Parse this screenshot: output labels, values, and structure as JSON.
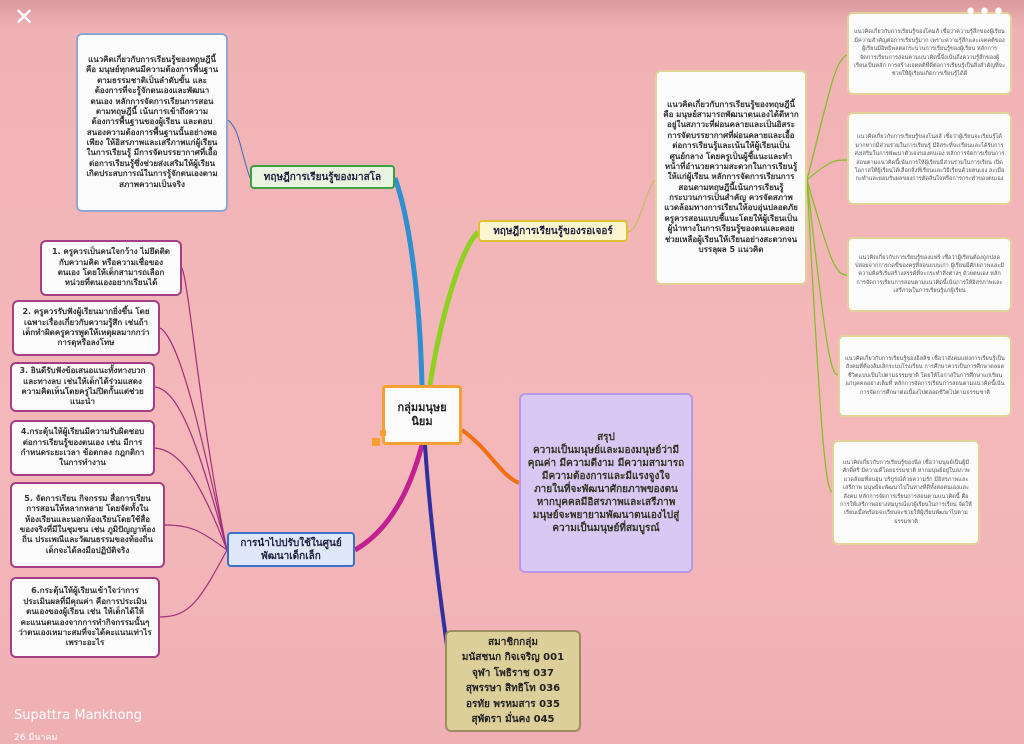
{
  "viewer": {
    "user_name": "Supattra Mankhong",
    "date": "26 มีนาคม",
    "close_icon": "close-icon",
    "more_icon": "more-icon"
  },
  "center": {
    "label": "กลุ่มมนุษยนิยม"
  },
  "maslow": {
    "topic": "ทฤษฎีการเรียนรู้ของมาสโล",
    "detail": "แนวคิดเกี่ยวกับการเรียนรู้ของทฤษฎีนี้ คือ มนุษย์ทุกคนมีความต้องการพื้นฐานตามธรรมชาติเป็นลำดับขั้น และต้องการที่จะรู้จักตนเองและพัฒนาตนเอง หลักการจัดการเรียนการสอนตามทฤษฎีนี้ เน้นการเข้าถึงความต้องการพื้นฐานของผู้เรียน และตอบสนองความต้องการพื้นฐานนั้นอย่างพอเพียง ให้อิสรภาพและเสรีภาพแก่ผู้เรียนในการเรียนรู้ มีการจัดบรรยากาศที่เอื้อต่อการเรียนรู้ซึ่งช่วยส่งเสริมให้ผู้เรียนเกิดประสบการณ์ในการรู้จักตนเองตามสภาพความเป็นจริง"
  },
  "rogers": {
    "topic": "ทฤษฎีการเรียนรู้ของรอเจอร์",
    "detail": "แนวคิดเกี่ยวกับการเรียนรู้ของทฤษฎีนี้ คือ มนุษย์สามารถพัฒนาตนเองได้ดีหากอยู่ในสภาวะที่ผ่อนคลายและเป็นอิสระ การจัดบรรยากาศที่ผ่อนคลายและเอื้อต่อการเรียนรู้และเน้นให้ผู้เรียนเป็นศูนย์กลาง โดยครูเป็นผู้ชี้แนะและทำหน้าที่อำนวยความสะดวกในการเรียนรู้ให้แก่ผู้เรียน หลักการจัดการเรียนการสอนตามทฤษฎีนี้เน้นการเรียนรู้กระบวนการเป็นสำคัญ ควรจัดสภาพแวดล้อมทางการเรียนให้อบอุ่นปลอดภัย ครูควรสอนแบบชี้แนะโดยให้ผู้เรียนเป็นผู้นำทางในการเรียนรู้ของตนและคอยช่วยเหลือผู้เรียนให้เรียนอย่างสะดวกจนบรรลุผล 5 แนวคิด"
  },
  "concepts": [
    "แนวคิดเกี่ยวกับการเรียนรู้ของโคมส์ เชื่อว่าความรู้สึกของผู้เรียนมีความสำคัญต่อการเรียนรู้มาก เพราะความรู้สึกและเจตคติของผู้เรียนมีอิทธิพลต่อกระบวนการเรียนรู้ของผู้เรียน หลักการจัดการเรียนการสอนตามแนวคิดนี้จึงเน้นถึงความรู้สึกของผู้เรียนเป็นหลัก การสร้างเจตคติที่ดีต่อการเรียนรู้เป็นสิ่งสำคัญที่จะช่วยให้ผู้เรียนเกิดการเรียนรู้ได้ดี",
    "แนวคิดเกี่ยวกับการเรียนรู้ของโนลส์ เชื่อว่าผู้เรียนจะเรียนรู้ได้มากหากมีส่วนร่วมในการเรียนรู้ มีอิสระที่จะเรียนและได้รับการส่งเสริมในการพัฒนาตัวเองของตนเอง หลักการจัดการเรียนการสอนตามแนวคิดนี้เน้นการให้ผู้เรียนมีส่วนร่วมในการเรียน เปิดโอกาสให้ผู้เรียนได้เลือกสิ่งที่เรียนและวิธีเรียนด้วยตนเอง ละเมือกะทำและยอมรับผลของการตัดสินใจหรือการกระทำของตนเอง",
    "แนวคิดเกี่ยวกับการเรียนรู้ของแฟร์ เชื่อว่าผู้เรียนต้องถูกปลดปล่อยจากการกดขี่ของครูที่สอนแบบเก่า ผู้เรียนมีศักยภาพและมีความคิดริเริ่มสร้างสรรค์ที่จะกระทำสิ่งต่างๆ ด้วยตนเอง หลักการจัดการเรียนการสอนตามแนวคิดนี้เน้นการให้อิสรภาพและเสรีภาพในการเรียนรู้แก่ผู้เรียน",
    "แนวคิดเกี่ยวกับการเรียนรู้ของอิลลิช เชื่อว่าสังคมแห่งการเรียนรู้เป็นสังคมที่ต้องล้มเลิกระบบโรงเรียน การศึกษาควรเป็นการศึกษาตลอดชีวิตแบบเป็นไปตามธรรมชาติ โดยให้โอกาสในการศึกษาแก่เรียนแก่บุคคลอย่างเต็มที่ หลักการจัดการเรียนการสอนตามแนวคิดนี้เน้นการจัดการศึกษาต่อเนื่องไปตลอดชีวิตไปตามธรรมชาติ",
    "แนวคิดเกี่ยวกับการเรียนรู้ของนีล เชื่อว่ามนุษย์เป็นผู้มีศักดิ์ศรี มีความดีโดยธรรมชาติ หากมนุษย์อยู่ในสภาพแวดล้อมที่อบอุ่น บริบูรณ์ด้วยความรัก มีอิสรภาพและเสรีภาพ มนุษย์จะพัฒนาไปในทางที่ดีทั้งต่อตนเองและสังคม หลักการจัดการเรียนการสอนตามแนวคิดนี้ คือ การให้เสรีภาพอย่างสมบูรณ์แก่ผู้เรียนในการเรียน จัดให้เรียนเมื่อพร้อมจะเรียนจะช่วยให้ผู้เรียนพัฒนาไปตามธรรมชาติ"
  ],
  "application": {
    "topic": "การนำไปปรับใช้ในศูนย์พัฒนาเด็กเล็ก",
    "items": [
      "1. ครูควรเป็นคนใจกว้าง ไม่ยึดติดกับความคิด หรือความเชื่อของตนเอง โดยให้เด็กสามารถเลือกหน่วยที่ตนเองอยากเรียนได้",
      "2. ครูควรรับฟังผู้เรียนมากยิ่งขึ้น โดยเฉพาะเรื่องเกี่ยวกับความรู้สึก เช่นถ้าเด็กทำผิดครูควรพูดให้เหตุผลมากกว่าการดุหรือลงโทษ",
      "3. ยินดีรับฟังข้อเสนอแนะทั้งทางบวกและทางลบ เช่นให้เด็กได้ร่วมแสดงความคิดเห็นโดยครูไม่ปิดกั้นแต่ช่วยแนะนำ",
      "4.กระตุ้นให้ผู้เรียนมีความรับผิดชอบต่อการเรียนรู้ของตนเอง เช่น มีการกำหนดระยะเวลา ข้อตกลง กฎกติกา ในการทำงาน",
      "5. จัดการเรียน กิจกรรม สื่อการเรียนการสอนให้หลากหลาย โดยจัดทั้งในห้องเรียนและนอกห้องเรียนโดยใช้สื่อของจริงที่มีในชุมชน เช่น ภูมิปัญญาท้องถิ่น ประเพณีและวัฒนธรรมของท้องถิ่น เด็กจะได้ลงมือปฏิบัติจริง",
      "6.กระตุ้นให้ผู้เรียนเข้าใจว่าการประเมินผลที่มีคุณค่า คือการประเมินตนเองของผู้เรียน เช่น ให้เด็กได้ให้คะแนนตนเองจากการทำกิจกรรมนั้นๆว่าตนเองเหมาะสมที่จะได้คะแนนเท่าไร เพราะอะไร"
    ]
  },
  "summary": {
    "title": "สรุป",
    "text": "ความเป็นมนุษย์และมองมนุษย์ว่ามีคุณค่า มีความดีงาม มีความสามารถ มีความต้องการและมีแรงจูงใจภายในที่จะพัฒนาศักยภาพของตน หากบุคคลมีอิสรภาพและเสรีภาพ มนุษย์จะพยายามพัฒนาตนเองไปสู่ความเป็นมนุษย์ที่สมบูรณ์"
  },
  "members": {
    "title": "สมาชิกกลุ่ม",
    "list": [
      "มนัสชนก กิจเจริญ 001",
      "จุฬา   โพธิราช   037",
      "สุพรรษา   สิทธิโท   036",
      "อรทัย   พรหมสาร   035",
      "สุพัตรา   มั่นคง   045"
    ]
  }
}
